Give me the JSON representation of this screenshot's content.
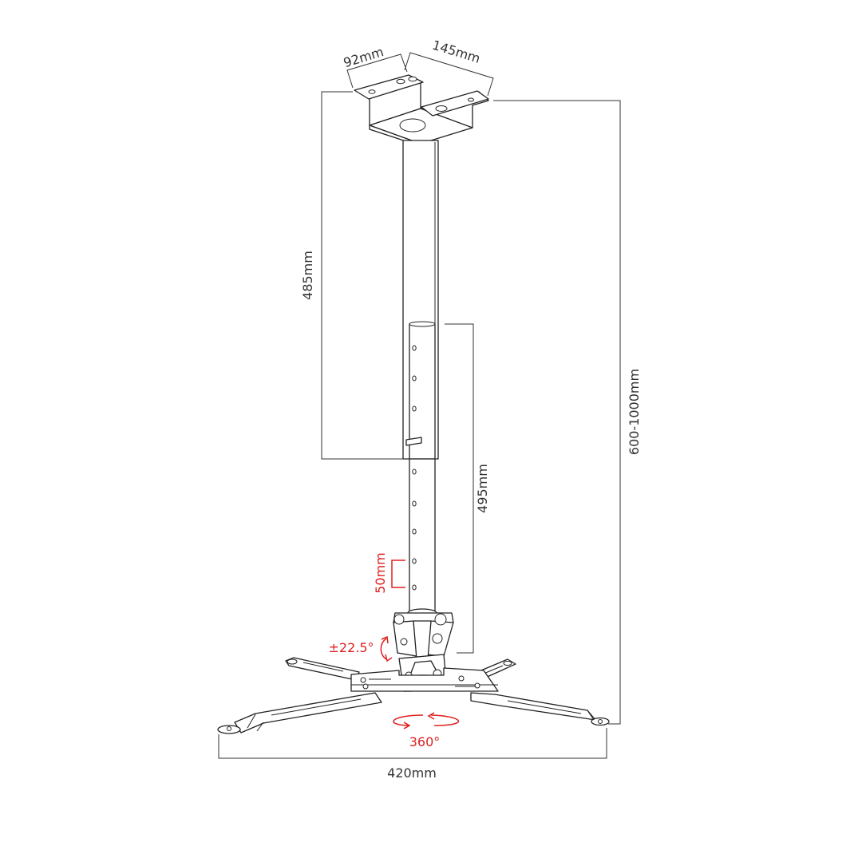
{
  "dimensions": {
    "bracket_width": "92mm",
    "bracket_length": "145mm",
    "upper_tube": "485mm",
    "lower_tube": "495mm",
    "total_height": "600-1000mm",
    "hole_spacing": "50mm",
    "tilt": "±22.5°",
    "rotation": "360°",
    "base_width": "420mm"
  },
  "colors": {
    "line": "#333333",
    "accent": "#e02020"
  }
}
